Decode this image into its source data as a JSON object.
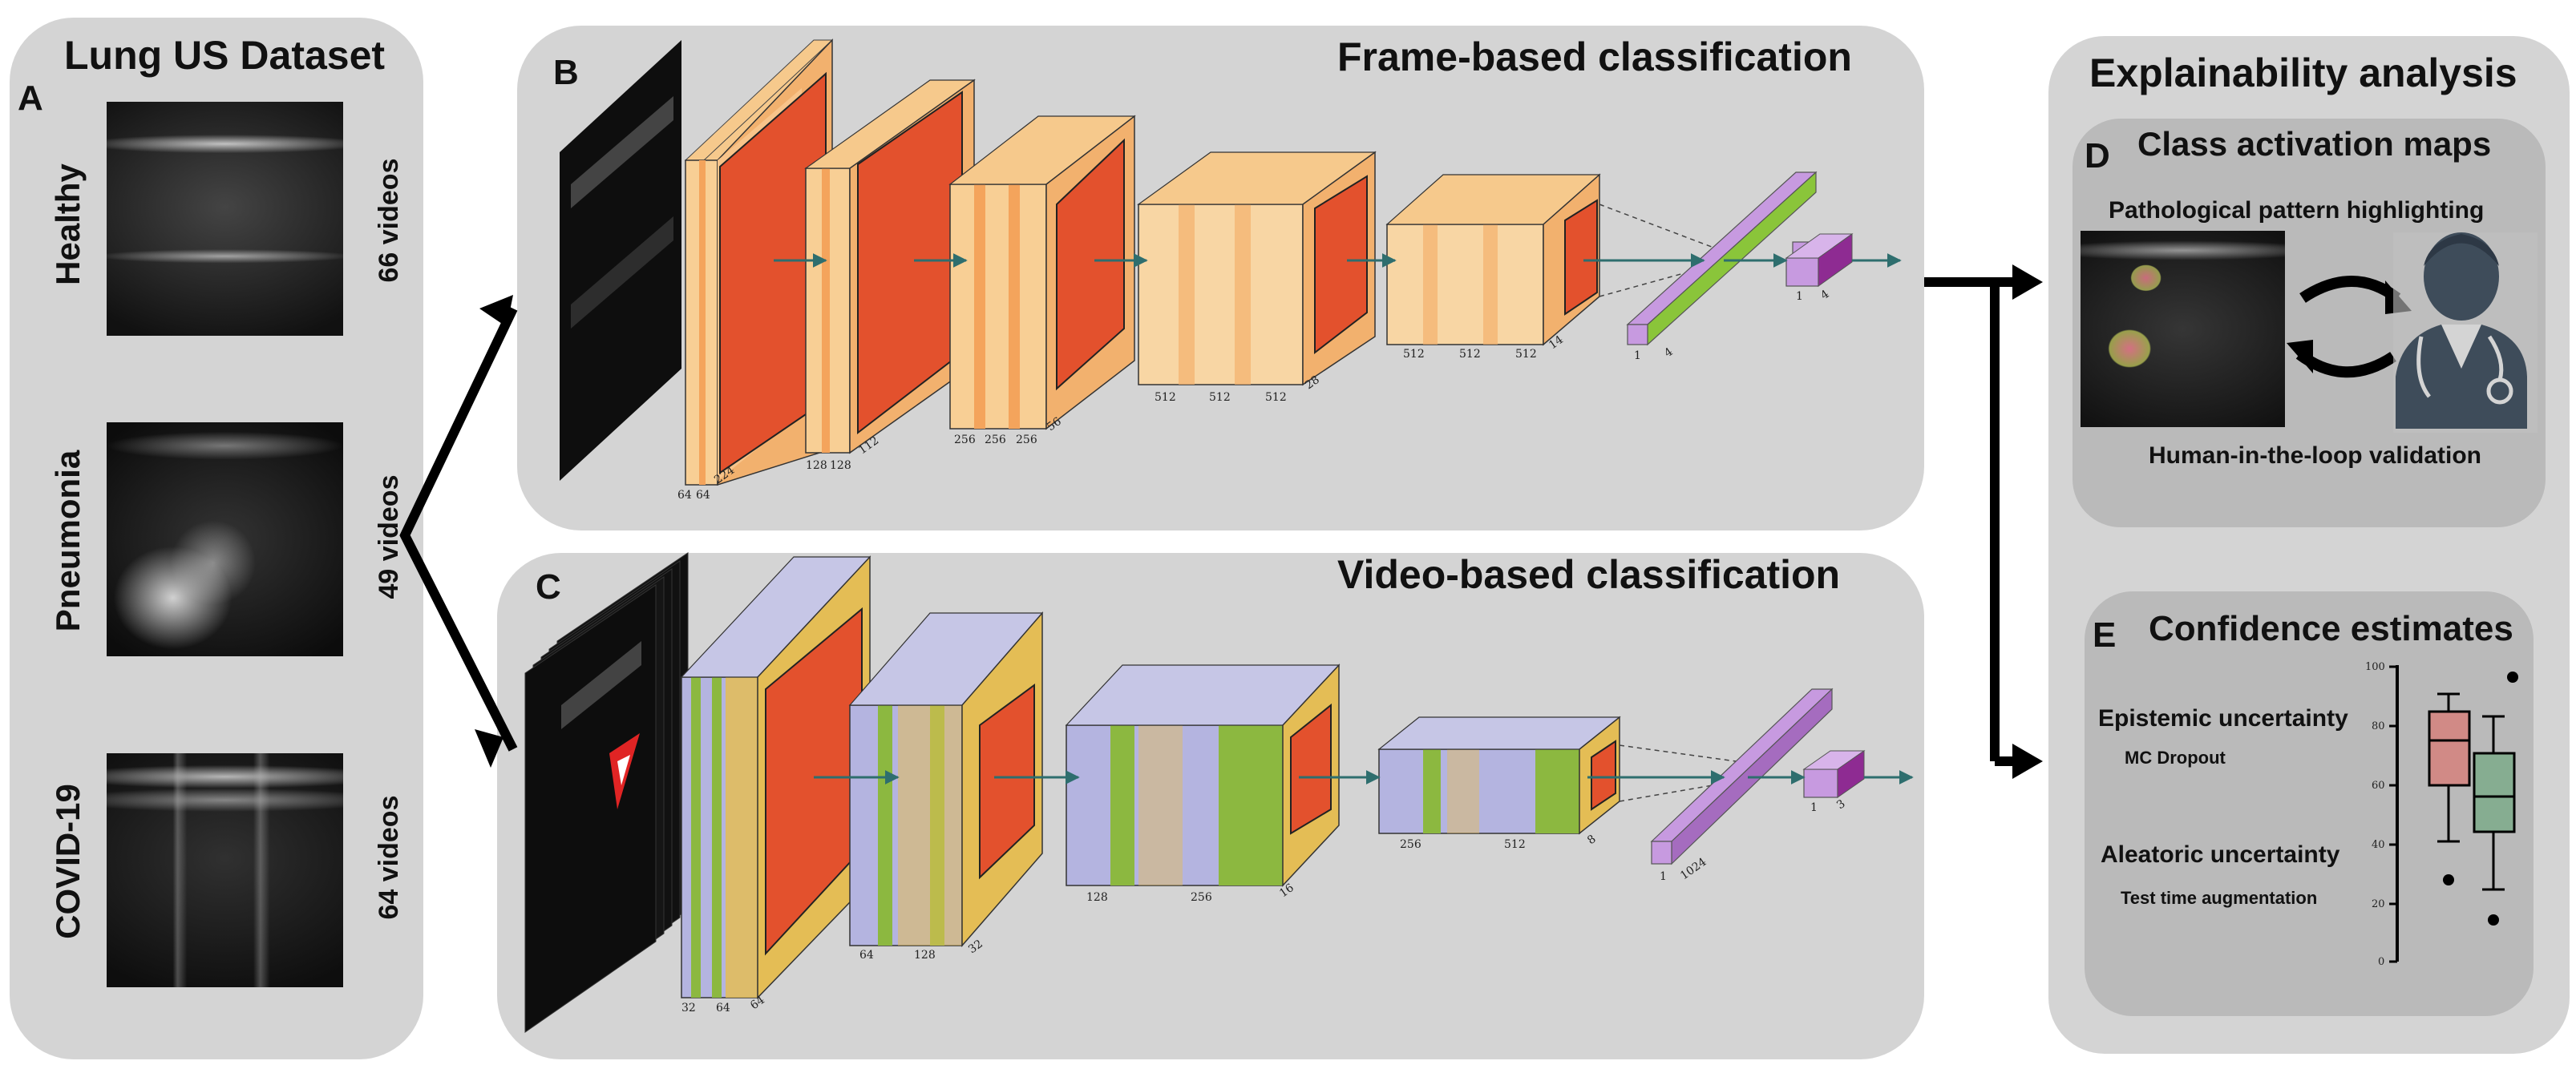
{
  "dataset": {
    "title": "Lung US Dataset",
    "letter": "A",
    "classes": [
      {
        "name": "Healthy",
        "count": "66 videos"
      },
      {
        "name": "Pneumonia",
        "count": "49 videos"
      },
      {
        "name": "COVID-19",
        "count": "64 videos"
      }
    ]
  },
  "frame": {
    "letter": "B",
    "title": "Frame-based classification",
    "labels": {
      "b1": [
        "64",
        "64",
        "224"
      ],
      "b2": [
        "128",
        "128",
        "112"
      ],
      "b3": [
        "256",
        "256",
        "256",
        "56"
      ],
      "b4": [
        "512",
        "512",
        "512",
        "28"
      ],
      "b5": [
        "512",
        "512",
        "512",
        "14"
      ],
      "fc1": [
        "1",
        "4"
      ],
      "fc2": [
        "1",
        "4"
      ]
    }
  },
  "video": {
    "letter": "C",
    "title": "Video-based classification",
    "labels": {
      "b1": [
        "32",
        "64",
        "64"
      ],
      "b2": [
        "64",
        "128",
        "32"
      ],
      "b3": [
        "128",
        "256",
        "16"
      ],
      "b4": [
        "256",
        "512",
        "8"
      ],
      "fc1": [
        "1",
        "1024"
      ],
      "fc2": [
        "1",
        "3"
      ]
    }
  },
  "explain": {
    "title": "Explainability analysis",
    "cam": {
      "letter": "D",
      "title": "Class activation maps",
      "subtitle": "Pathological pattern highlighting",
      "caption": "Human-in-the-loop validation"
    },
    "conf": {
      "letter": "E",
      "title": "Confidence estimates",
      "epistemic": "Epistemic uncertainty",
      "epistemic_method": "MC Dropout",
      "aleatoric": "Aleatoric uncertainty",
      "aleatoric_method": "Test time augmentation",
      "yticks": [
        "100",
        "80",
        "60",
        "40",
        "20",
        "0"
      ]
    }
  },
  "colors": {
    "panel": "#d4d4d4",
    "vgg_conv": "#f9c98a",
    "vgg_band": "#f4a45c",
    "vgg_pool": "#e3512d",
    "fc": "#c79ae0",
    "fc_dark": "#8e2b92",
    "fc_green": "#8ac53a",
    "c3d_blue": "#b4b4e0",
    "c3d_green": "#8cb840",
    "c3d_yellow": "#e4bd55",
    "box_red": "#d18a86",
    "box_green": "#86ad91",
    "arrow_teal": "#2e6e6e"
  }
}
